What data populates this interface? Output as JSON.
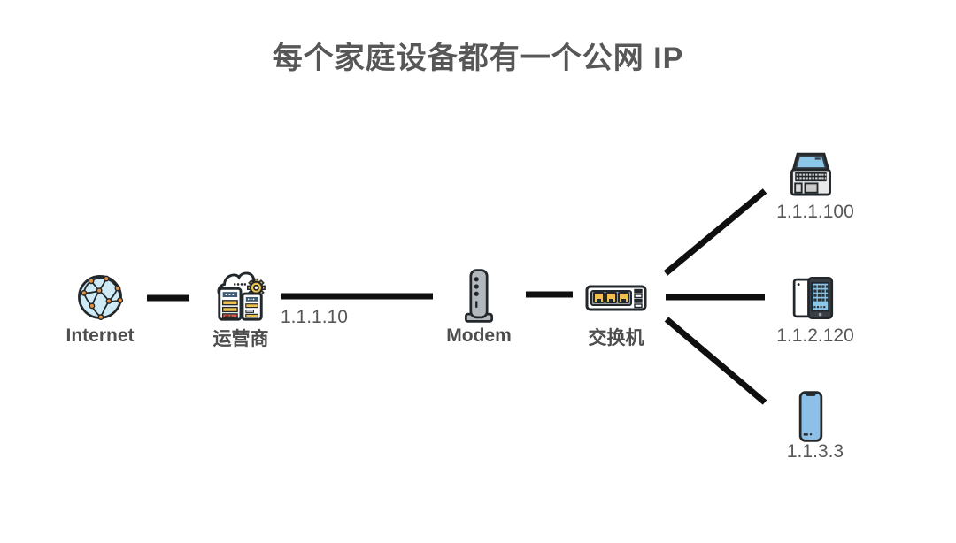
{
  "diagram": {
    "title": "每个家庭设备都有一个公网 IP",
    "nodes": {
      "internet": {
        "label": "Internet",
        "icon": "globe-network-icon"
      },
      "isp": {
        "label": "运营商",
        "icon": "server-rack-cloud-icon"
      },
      "modem": {
        "label": "Modem",
        "icon": "modem-icon"
      },
      "switch": {
        "label": "交换机",
        "icon": "ethernet-switch-icon"
      },
      "laptop": {
        "ip": "1.1.1.100",
        "icon": "laptop-icon"
      },
      "tablet": {
        "ip": "1.1.2.120",
        "icon": "tablet-icon"
      },
      "phone": {
        "ip": "1.1.3.3",
        "icon": "smartphone-icon"
      }
    },
    "links": {
      "isp_modem_ip_label": "1.1.1.10"
    },
    "colors": {
      "connector": "#0f0f0f",
      "title_text": "#575757",
      "device_label_text": "#4d4d4d",
      "ip_label_text": "#575757",
      "screen_blue": "#8cc6e8",
      "globe_fill": "#cdeaf6",
      "network_node_orange": "#e8923f",
      "port_yellow": "#eec04d",
      "server_red": "#d95b4a",
      "server_header_blue": "#3d5a73",
      "hardware_gray": "#b3b8bd",
      "outline": "#22272b"
    }
  }
}
